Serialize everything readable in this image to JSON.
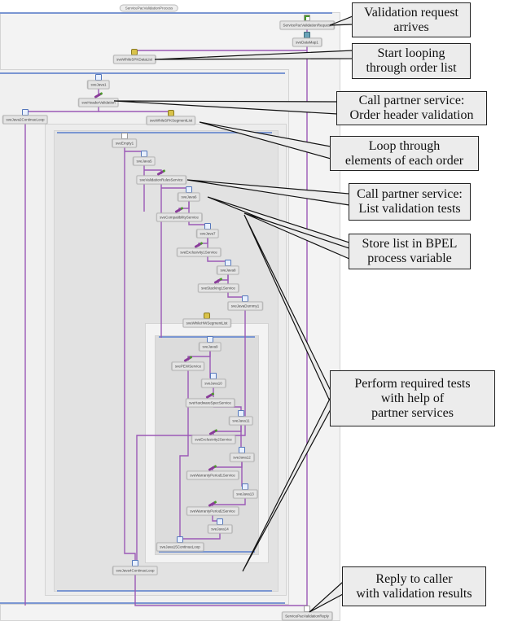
{
  "process_name": "ServicePacValidationProcess",
  "nodes": [
    {
      "label": "ServicePacValidationRequest",
      "icon": "receive-icon"
    },
    {
      "label": "sveDataMap1",
      "icon": "data-map-icon"
    },
    {
      "label": "sveWhileSPKDataList",
      "icon": "loop-icon"
    },
    {
      "label": "sveJava1",
      "icon": "java-icon"
    },
    {
      "label": "sveHeaderValidation",
      "icon": "invoke-icon"
    },
    {
      "label": "sveJava2ContinueLoop",
      "icon": "java-icon"
    },
    {
      "label": "sveWhileSPKSegmentList",
      "icon": "loop-icon"
    },
    {
      "label": "sveEmpty1",
      "icon": "empty-icon"
    },
    {
      "label": "sveJava5",
      "icon": "java-icon"
    },
    {
      "label": "sveValidationRulesService",
      "icon": "invoke-icon"
    },
    {
      "label": "sveJava6",
      "icon": "java-icon"
    },
    {
      "label": "sveCompatibilityService",
      "icon": "invoke-icon"
    },
    {
      "label": "sveJava7",
      "icon": "java-icon"
    },
    {
      "label": "sveExclusivity1Service",
      "icon": "invoke-icon"
    },
    {
      "label": "sveJava8",
      "icon": "java-icon"
    },
    {
      "label": "sveStacking1Service",
      "icon": "invoke-icon"
    },
    {
      "label": "sveJavaDummy1",
      "icon": "java-icon"
    },
    {
      "label": "sveWhileHWSegmentList",
      "icon": "loop-icon"
    },
    {
      "label": "sveJava9",
      "icon": "java-icon"
    },
    {
      "label": "svePEWService",
      "icon": "invoke-icon"
    },
    {
      "label": "sveJava10",
      "icon": "java-icon"
    },
    {
      "label": "sveHardwareSpecService",
      "icon": "invoke-icon"
    },
    {
      "label": "sveJava11",
      "icon": "java-icon"
    },
    {
      "label": "sveExclusivity2Service",
      "icon": "invoke-icon"
    },
    {
      "label": "sveJava12",
      "icon": "java-icon"
    },
    {
      "label": "sveWarrantyPeriod1Service",
      "icon": "invoke-icon"
    },
    {
      "label": "sveJava13",
      "icon": "java-icon"
    },
    {
      "label": "sveWarrantyPeriod2Service",
      "icon": "invoke-icon"
    },
    {
      "label": "sveJava14",
      "icon": "java-icon"
    },
    {
      "label": "sveJava15ContinueLoop",
      "icon": "java-icon"
    },
    {
      "label": "sveJava4ContinueLoop",
      "icon": "java-icon"
    },
    {
      "label": "ServicePacValidationReply",
      "icon": "reply-icon"
    }
  ],
  "callouts": [
    {
      "text": "Validation request\narrives"
    },
    {
      "text": "Start looping\nthrough order list"
    },
    {
      "text": "Call partner service:\nOrder header validation"
    },
    {
      "text": "Loop through\nelements of each order"
    },
    {
      "text": "Call partner service:\nList validation tests"
    },
    {
      "text": "Store list in BPEL\nprocess variable"
    },
    {
      "text": "Perform required tests\nwith help of\npartner services"
    },
    {
      "text": "Reply to caller\nwith validation results"
    }
  ],
  "colors": {
    "flow": "#9b59b6",
    "scope_line": "#7a96d2",
    "callout_bg": "#ececec"
  }
}
